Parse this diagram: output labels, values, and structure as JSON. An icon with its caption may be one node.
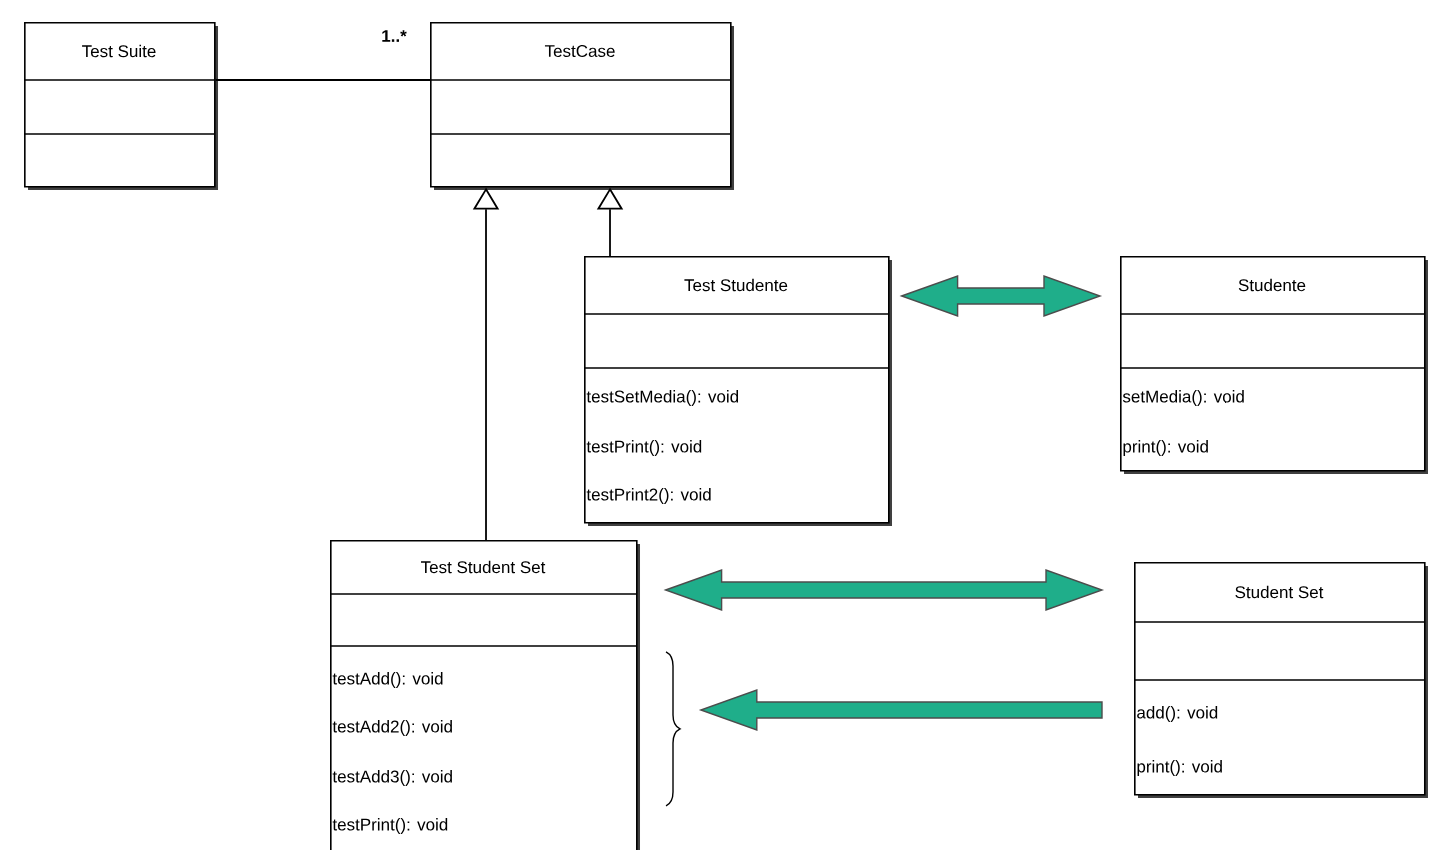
{
  "diagram": {
    "nodes": [
      {
        "text": [
          "Test Suite"
        ]
      },
      {
        "text": [
          "TestCase"
        ]
      },
      {
        "text": [
          "Test Studente",
          "testSetMedia(): void",
          "testPrint(): void",
          "testPrint2(): void"
        ]
      },
      {
        "text": [
          "Studente",
          "setMedia(): void",
          "print(): void"
        ]
      },
      {
        "text": [
          "Test Student Set",
          "testAdd(): void",
          "testAdd2(): void",
          "testAdd3(): void",
          "testPrint(): void"
        ]
      },
      {
        "text": [
          "Student Set",
          "add(): void",
          "print(): void"
        ]
      },
      {
        "text": [],
        "shape": "brace"
      }
    ],
    "edges": [
      {
        "from": 0,
        "to": 1,
        "arrow": "none",
        "label": "1..*"
      },
      {
        "from": 4,
        "to": 1,
        "arrow": "to"
      },
      {
        "from": 2,
        "to": 1,
        "arrow": "to"
      },
      {
        "from": 2,
        "to": 3,
        "arrow": "both",
        "style": "thick",
        "color": "#1fae8a"
      },
      {
        "from": 4,
        "to": 5,
        "arrow": "both",
        "style": "thick",
        "color": "#1fae8a"
      },
      {
        "from": 5,
        "to": 6,
        "arrow": "to",
        "style": "thick",
        "color": "#1fae8a"
      }
    ]
  }
}
